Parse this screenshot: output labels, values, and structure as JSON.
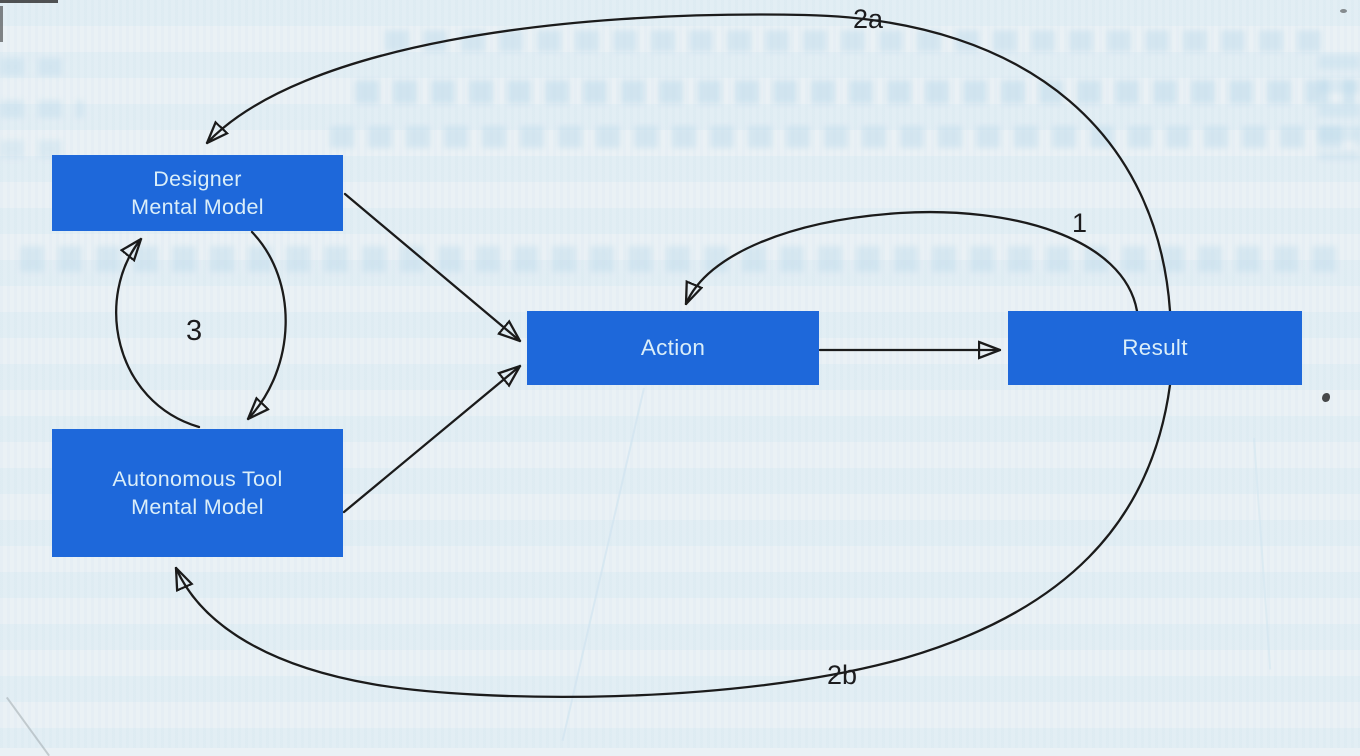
{
  "nodes": {
    "designer": {
      "line1": "Designer",
      "line2": "Mental Model"
    },
    "autonomous": {
      "line1": "Autonomous Tool",
      "line2": "Mental Model"
    },
    "action": {
      "label": "Action"
    },
    "result": {
      "label": "Result"
    }
  },
  "edge_labels": {
    "one": "1",
    "two_a": "2a",
    "two_b": "2b",
    "three": "3"
  },
  "colors": {
    "node-fill": "#1e68da",
    "node-text": "#daeef9",
    "arrow-stroke": "#1b1b1b",
    "page-bg": "#eaf1f5",
    "label-text": "#1c1c1e",
    "ghost-ink": "#b8d8ea"
  }
}
